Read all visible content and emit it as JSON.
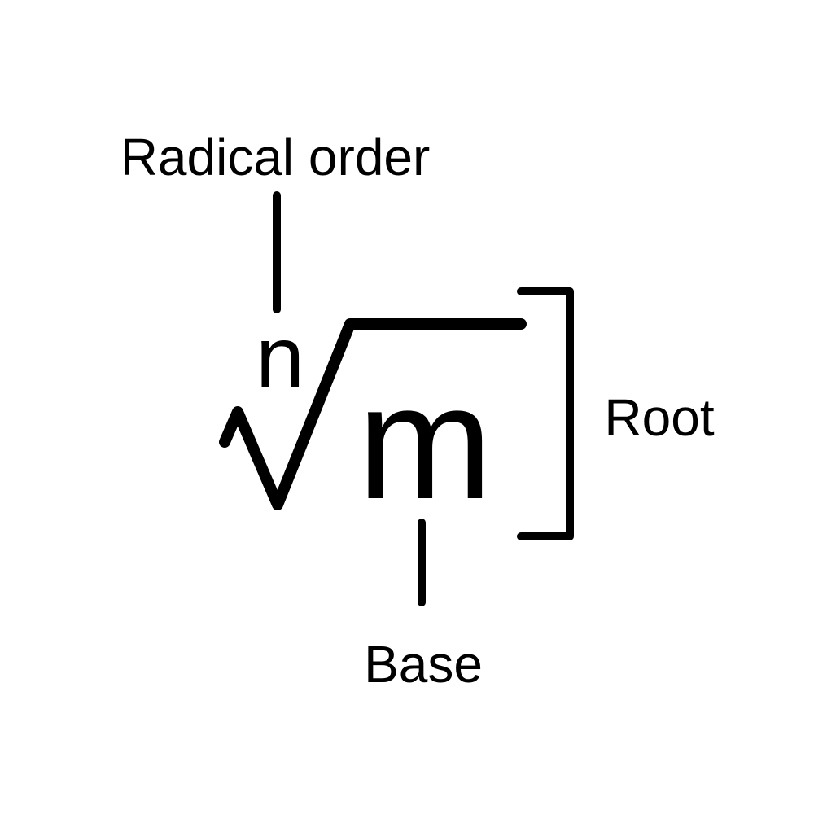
{
  "labels": {
    "radical_order": "Radical order",
    "root": "Root",
    "base": "Base"
  },
  "expression": {
    "index": "n",
    "radicand": "m"
  },
  "colors": {
    "ink": "#000000",
    "background": "#ffffff"
  }
}
